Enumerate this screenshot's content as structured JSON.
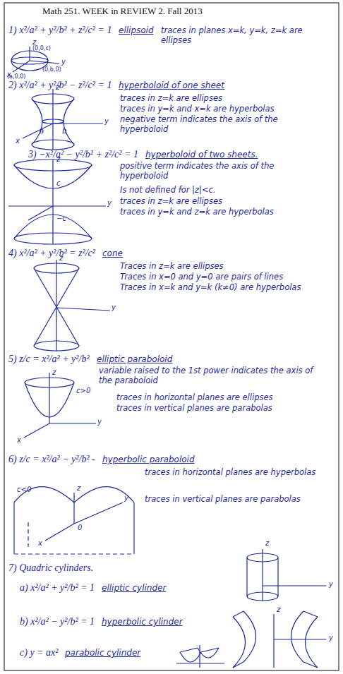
{
  "diagram": {
    "title": "Math 251.   WEEK in REVIEW 2.   Fall 2013",
    "labels": [
      "1) x²/a² + y²/b² + z²/c² = 1",
      "ellipsoid",
      "traces in planes x=k, y=k, z=k are ellipses",
      "z",
      "(0,0,c)",
      "(0,b,0)",
      "(a,0,0)",
      "y",
      "x",
      "2) x²/a² + y²/b² − z²/c² = 1",
      "hyperboloid of one sheet",
      "traces in z=k are ellipses",
      "traces in y=k and x=k are hyperbolas",
      "negative term indicates the axis of the hyperboloid",
      "z",
      "y",
      "x",
      "a",
      "b",
      "3) −x²/a² − y²/b² + z²/c² = 1",
      "hyperboloid of two sheets.",
      "positive term indicates the axis of the hyperboloid",
      "Is not defined for |z|<c.",
      "traces in z=k are ellipses",
      "traces in y=k and z=k are hyperbolas",
      "z",
      "c",
      "y",
      "−c",
      "4) x²/a² + y²/b² = z²/c²",
      "cone",
      "Traces in z=k are ellipses",
      "Traces in x=0 and y=0 are pairs of lines",
      "Traces in x=k and y=k (k≠0) are hyperbolas",
      "z",
      "y",
      "5) z/c = x²/a² + y²/b²",
      "elliptic paraboloid",
      "variable raised to the 1st power indicates the axis of the paraboloid",
      "traces in horizontal planes are ellipses",
      "traces in vertical planes are parabolas",
      "z",
      "c>0",
      "y",
      "x",
      "6) z/c = x²/a² − y²/b² -",
      "hyperbolic paraboloid",
      "traces in horizontal planes are hyperbolas",
      "traces in vertical planes are parabolas",
      "c<0",
      "z",
      "y",
      "0",
      "x",
      "7) Quadric cylinders.",
      "a) x²/a² + y²/b² = 1",
      "elliptic cylinder",
      "b) x²/a² − y²/b² = 1",
      "hyperbolic cylinder",
      "c) y = ax²",
      "parabolic cylinder",
      "z",
      "y",
      "z",
      "y"
    ]
  }
}
